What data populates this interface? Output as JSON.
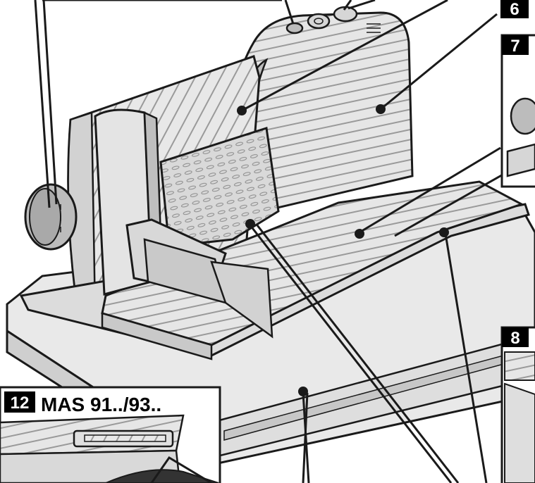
{
  "callouts": [
    {
      "id": "6",
      "text": "6"
    },
    {
      "id": "7",
      "text": "7"
    },
    {
      "id": "8",
      "text": "8"
    },
    {
      "id": "12",
      "text": "12"
    }
  ],
  "inset_caption": "MAS 91../93..",
  "colors": {
    "body": "#e9e9e9",
    "shade": "#cfcfcf",
    "dark": "#b6b6b6",
    "outline": "#1a1a1a",
    "badge_bg": "#000000",
    "badge_text": "#ffffff"
  }
}
